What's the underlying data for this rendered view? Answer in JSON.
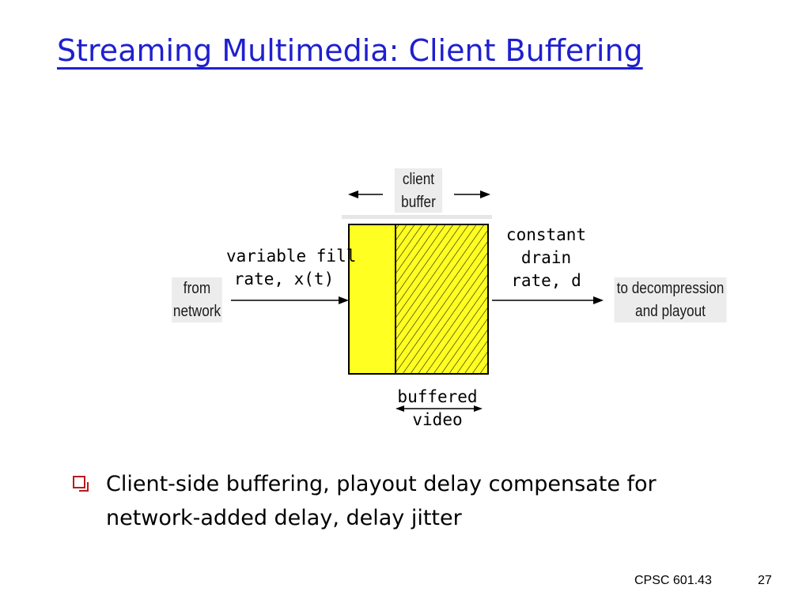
{
  "slide": {
    "title": "Streaming Multimedia:  Client Buffering",
    "footer_course": "CPSC 601.43",
    "page_number": "27"
  },
  "diagram": {
    "client_buffer_label": [
      "client",
      "buffer"
    ],
    "from_network_label": [
      "from",
      "network"
    ],
    "to_decompression_label": [
      "to decompression",
      "and playout"
    ],
    "fill_rate_label": [
      "variable fill",
      "rate, x(t)"
    ],
    "drain_rate_label": [
      "constant",
      "drain",
      "rate, d"
    ],
    "buffered_video_label": [
      "buffered",
      "video"
    ],
    "colors": {
      "buffer_fill": "#ffff22",
      "hatch": "#000000",
      "title": "#1f1fd0",
      "bullet": "#b71c1c"
    }
  },
  "bullet": {
    "text": "Client-side buffering, playout delay compensate for network-added delay, delay jitter"
  }
}
